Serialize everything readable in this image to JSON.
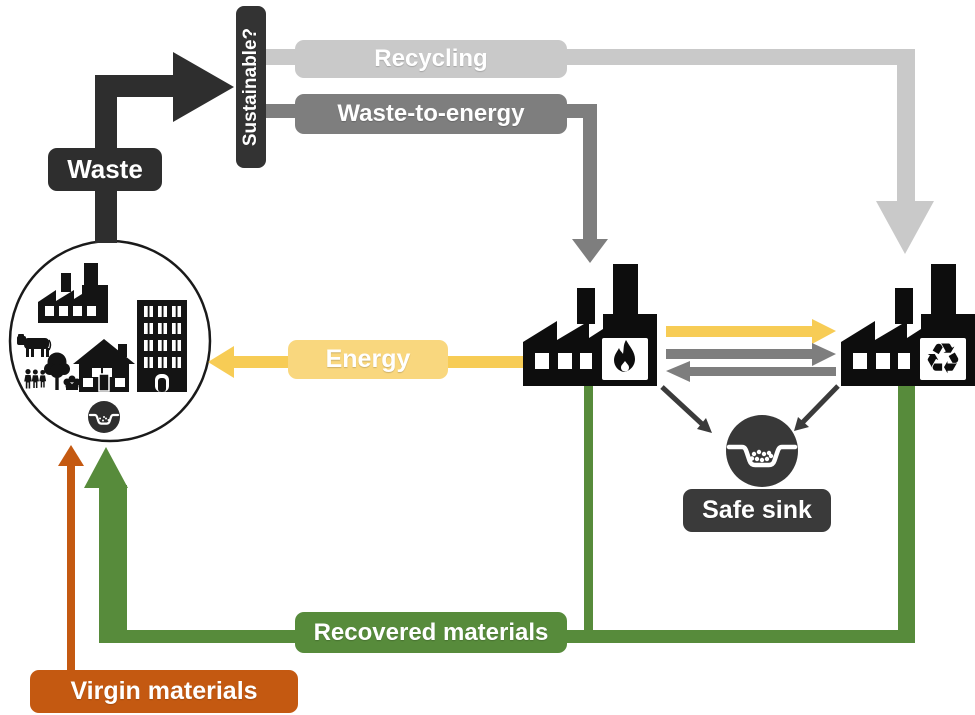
{
  "diagram": {
    "labels": {
      "waste": "Waste",
      "sustainable": "Sustainable?",
      "recycling": "Recycling",
      "waste_to_energy": "Waste-to-energy",
      "energy": "Energy",
      "safe_sink": "Safe sink",
      "recovered_materials": "Recovered materials",
      "virgin_materials": "Virgin materials"
    },
    "icons": {
      "recycle_symbol": "♻"
    },
    "colors": {
      "dark": "#2E2E2E",
      "light_gray": "#C9C9C9",
      "mid_gray": "#7E7E7E",
      "yellow_arrow": "#F7CC55",
      "yellow_label": "#F9D77E",
      "green": "#578B3B",
      "orange": "#C45911",
      "icon_black": "#0D0D0D"
    }
  }
}
